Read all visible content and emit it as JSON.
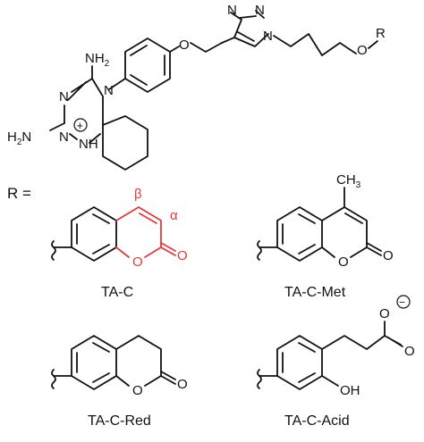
{
  "core": {
    "nh2_top": "NH",
    "nh2_top_sub": "2",
    "h2n_left": "H",
    "h2n_left_sub": "2",
    "h2n_left_n": "N",
    "atom_n": "N",
    "atom_nh": "NH",
    "atom_o": "O",
    "charge": "+",
    "r_group": "R"
  },
  "r_equals": "R =",
  "labels": {
    "beta": "β",
    "alpha": "α",
    "methyl": "CH",
    "methyl_sub": "3",
    "oh": "OH",
    "carboxylate_o": "O",
    "minus": "−"
  },
  "captions": [
    "TA-C",
    "TA-C-Met",
    "TA-C-Red",
    "TA-C-Acid"
  ],
  "colors": {
    "highlight": "#e5383b",
    "ink": "#111111"
  }
}
